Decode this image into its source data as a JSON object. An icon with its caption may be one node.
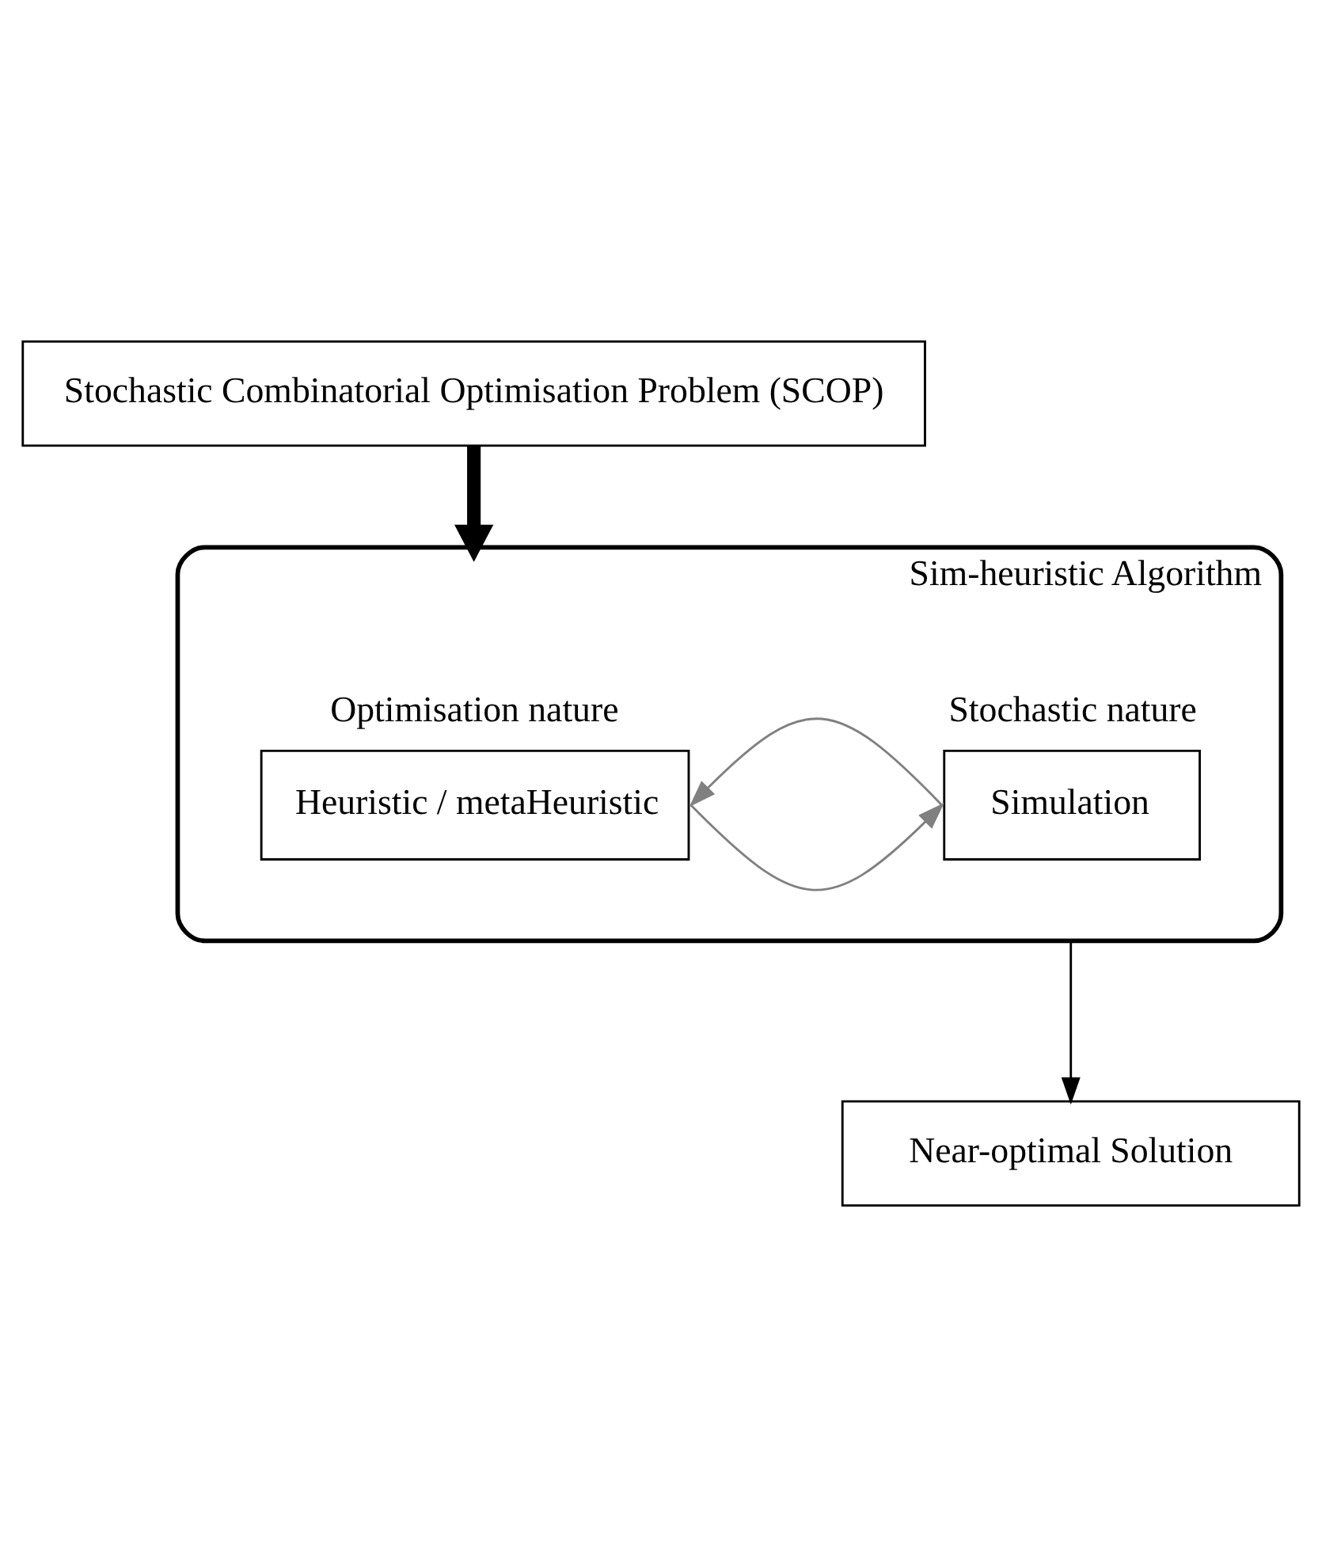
{
  "diagram": {
    "nodes": [
      {
        "text": [
          "Stochastic Combinatorial Optimisation Problem (SCOP)"
        ]
      },
      {
        "text": [
          "Sim-heuristic Algorithm"
        ]
      },
      {
        "text": [
          "Heuristic / metaHeuristic"
        ],
        "in": 1,
        "beside": [
          "Optimisation nature"
        ]
      },
      {
        "text": [
          "Simulation"
        ],
        "in": 1,
        "beside": [
          "Stochastic nature"
        ]
      },
      {
        "text": [
          "Near-optimal Solution"
        ]
      }
    ],
    "edges": [
      {
        "from": 0,
        "to": 1,
        "arrow": "to",
        "style": "thick",
        "color": "#000000"
      },
      {
        "from": 3,
        "to": 2,
        "arrow": "to",
        "color": "#808080"
      },
      {
        "from": 2,
        "to": 3,
        "arrow": "to",
        "color": "#808080"
      },
      {
        "from": 1,
        "to": 4,
        "arrow": "to",
        "color": "#000000"
      }
    ]
  }
}
